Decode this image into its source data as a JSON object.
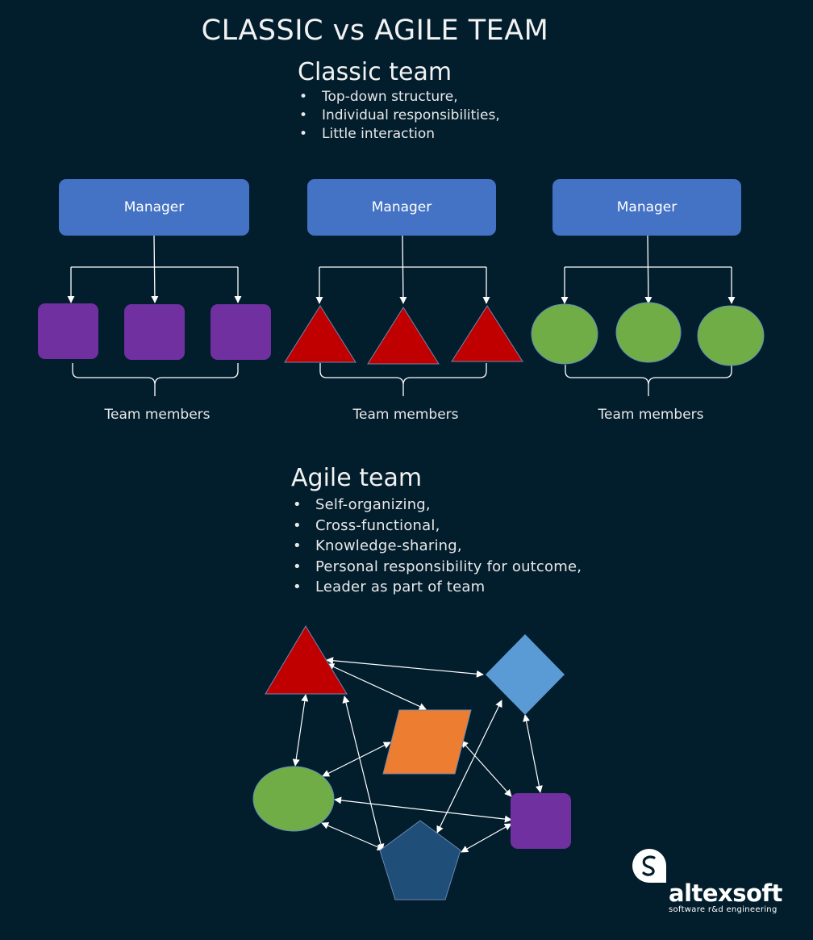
{
  "title": "CLASSIC vs AGILE TEAM",
  "classic": {
    "heading": "Classic team",
    "bullets": [
      "Top-down structure,",
      "Individual responsibilities,",
      "Little interaction"
    ],
    "groups": [
      {
        "manager": "Manager",
        "members_label": "Team members",
        "shape": "rounded-square",
        "color": "#7030a0"
      },
      {
        "manager": "Manager",
        "members_label": "Team members",
        "shape": "triangle",
        "color": "#c00000"
      },
      {
        "manager": "Manager",
        "members_label": "Team members",
        "shape": "ellipse",
        "color": "#70ad47"
      }
    ]
  },
  "agile": {
    "heading": "Agile team",
    "bullets": [
      "Self-organizing,",
      "Cross-functional,",
      "Knowledge-sharing,",
      "Personal responsibility for outcome,",
      "Leader as part of team"
    ],
    "nodes": [
      {
        "shape": "triangle",
        "color": "#c00000"
      },
      {
        "shape": "diamond",
        "color": "#5b9bd5"
      },
      {
        "shape": "parallelogram",
        "color": "#ed7d31"
      },
      {
        "shape": "ellipse",
        "color": "#70ad47"
      },
      {
        "shape": "rounded-square",
        "color": "#7030a0"
      },
      {
        "shape": "pentagon",
        "color": "#1f4e79"
      }
    ]
  },
  "colors": {
    "background": "#021d2c",
    "manager": "#4472c4",
    "connector": "#ffffff"
  },
  "logo": {
    "name": "altexsoft",
    "tagline": "software r&d engineering"
  }
}
